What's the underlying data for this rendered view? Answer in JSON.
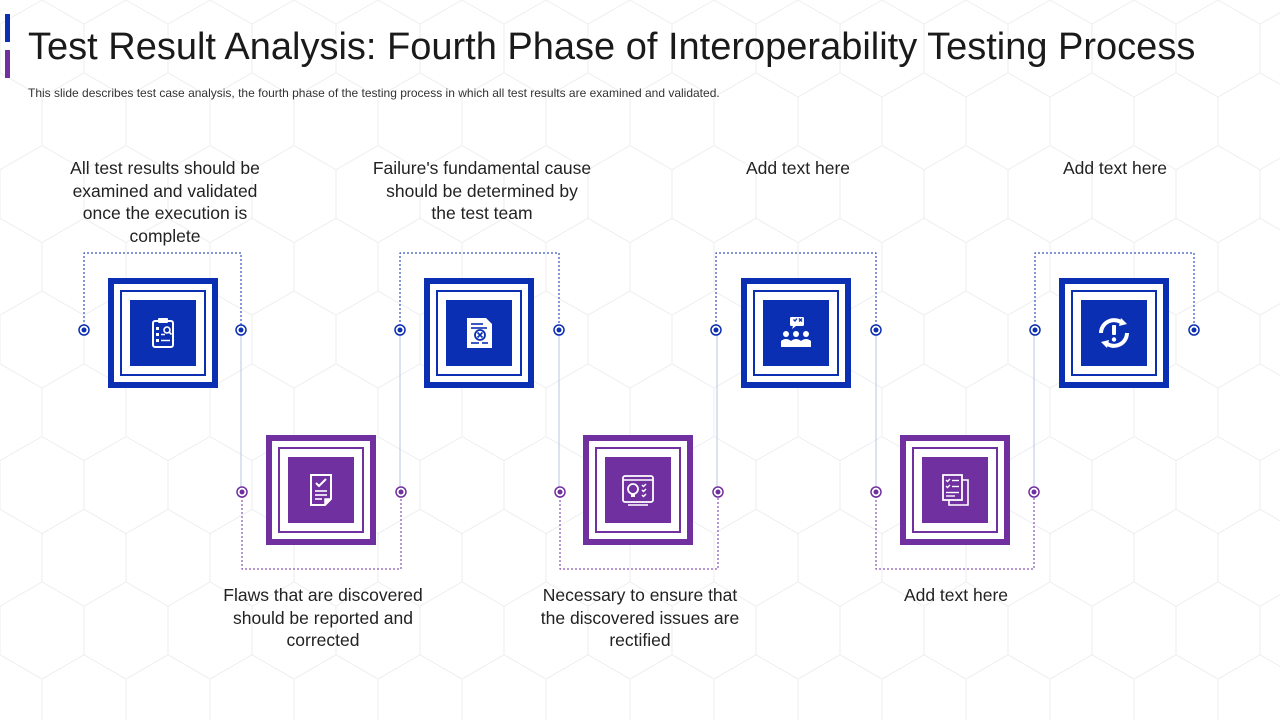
{
  "header": {
    "title": "Test Result Analysis: Fourth Phase of Interoperability Testing Process",
    "subtitle": "This slide describes test case analysis, the fourth  phase of the testing process in which all test results are examined and validated."
  },
  "colors": {
    "blue": "#0b2fb3",
    "purple": "#7030a0",
    "connector": "#b8c4e0"
  },
  "steps": [
    {
      "label": "All test results should be examined and validated once the execution is complete",
      "icon": "clipboard-icon"
    },
    {
      "label": "Flaws that are discovered should be reported and corrected",
      "icon": "document-check-icon"
    },
    {
      "label": "Failure's fundamental cause should be determined by the test team",
      "icon": "document-error-icon"
    },
    {
      "label": "Necessary to ensure that the discovered issues are rectified",
      "icon": "idea-checklist-icon"
    },
    {
      "label": "Add text here",
      "icon": "team-feedback-icon"
    },
    {
      "label": "Add text here",
      "icon": "checklist-pages-icon"
    },
    {
      "label": "Add text here",
      "icon": "refresh-alert-icon"
    }
  ]
}
